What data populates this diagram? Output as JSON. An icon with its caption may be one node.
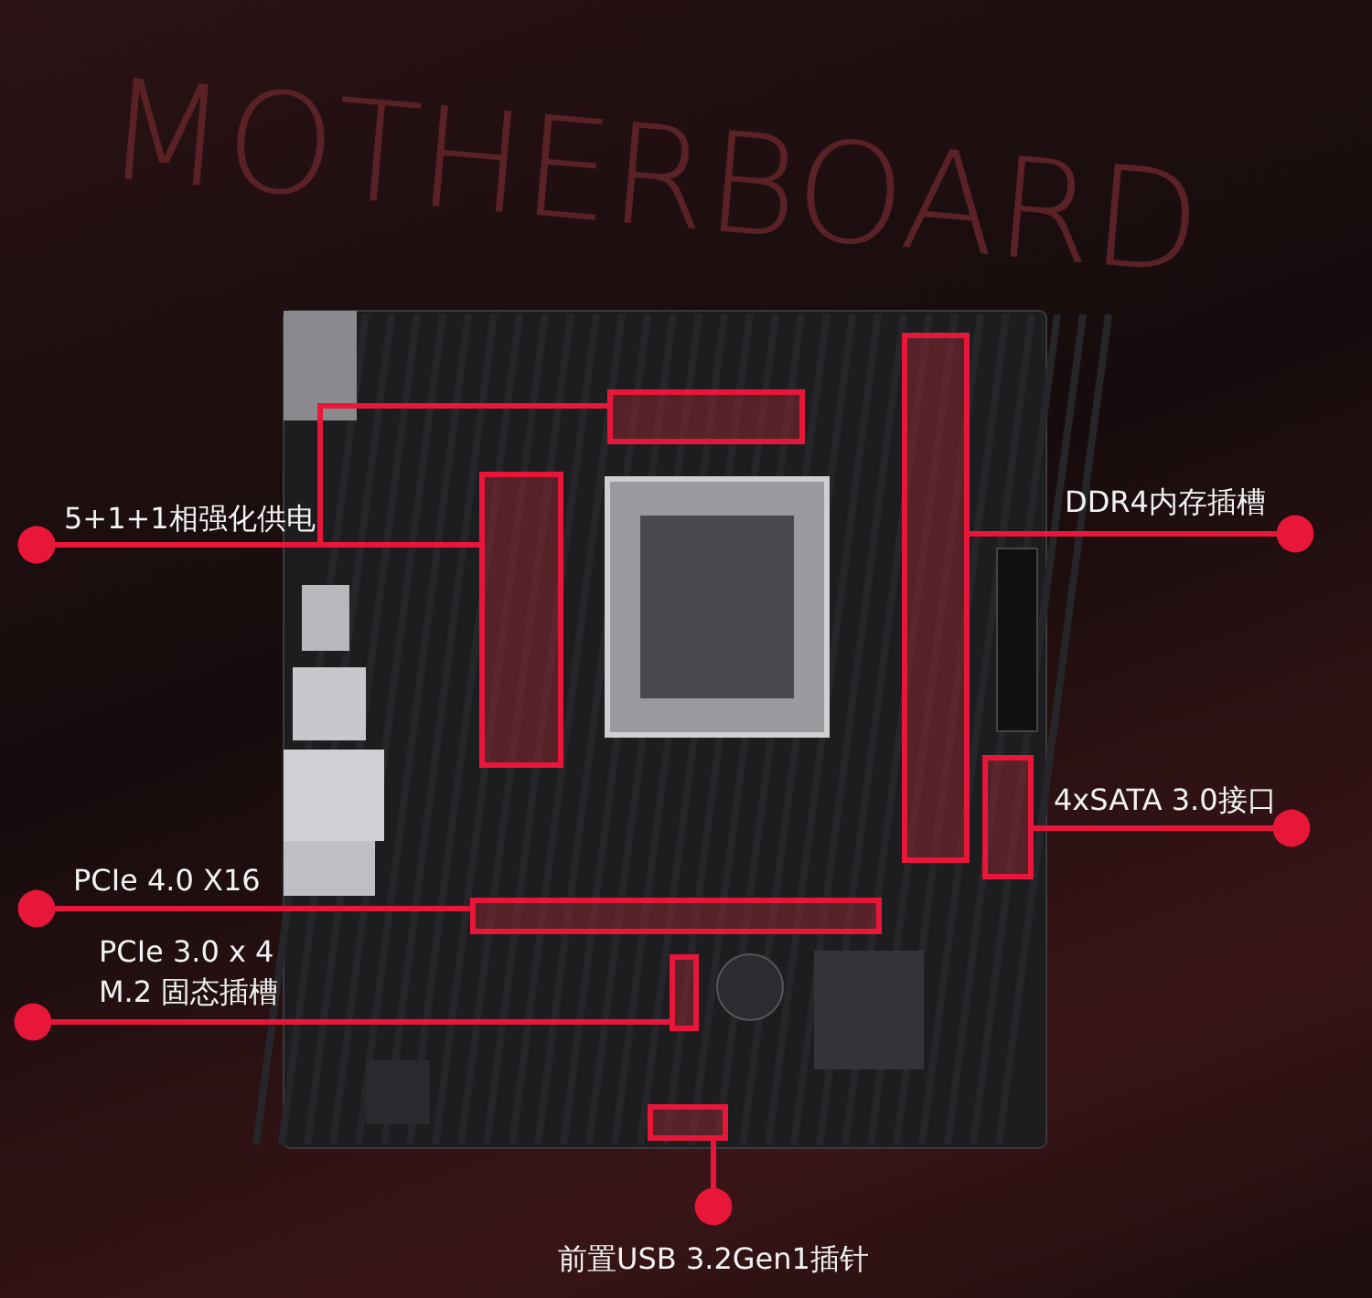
{
  "diagram": {
    "nodes": [
      {
        "text": [
          "5+1+1相强化供电"
        ]
      },
      {
        "text": [],
        "shape": "box"
      },
      {
        "text": [],
        "shape": "box"
      },
      {
        "text": [
          "DDR4内存插槽"
        ]
      },
      {
        "text": [],
        "shape": "box"
      },
      {
        "text": [
          "4xSATA 3.0接口"
        ]
      },
      {
        "text": [],
        "shape": "box"
      },
      {
        "text": [
          "PCIe 4.0 X16"
        ]
      },
      {
        "text": [],
        "shape": "box"
      },
      {
        "text": [
          "PCIe 3.0 x 4 M.2 固态插槽"
        ]
      },
      {
        "text": [],
        "shape": "box"
      },
      {
        "text": [
          "前置USB 3.2Gen1插针"
        ]
      },
      {
        "text": [],
        "shape": "box"
      }
    ],
    "edges": [
      {
        "from": 0,
        "to": 2,
        "arrow": "other"
      },
      {
        "from": 0,
        "to": 1,
        "arrow": "other"
      },
      {
        "from": 3,
        "to": 4,
        "arrow": "other"
      },
      {
        "from": 5,
        "to": 6,
        "arrow": "other"
      },
      {
        "from": 7,
        "to": 8,
        "arrow": "other"
      },
      {
        "from": 9,
        "to": 10,
        "arrow": "other"
      },
      {
        "from": 11,
        "to": 12,
        "arrow": "other"
      }
    ],
    "labels": [
      "MOTHERBOARD"
    ]
  }
}
